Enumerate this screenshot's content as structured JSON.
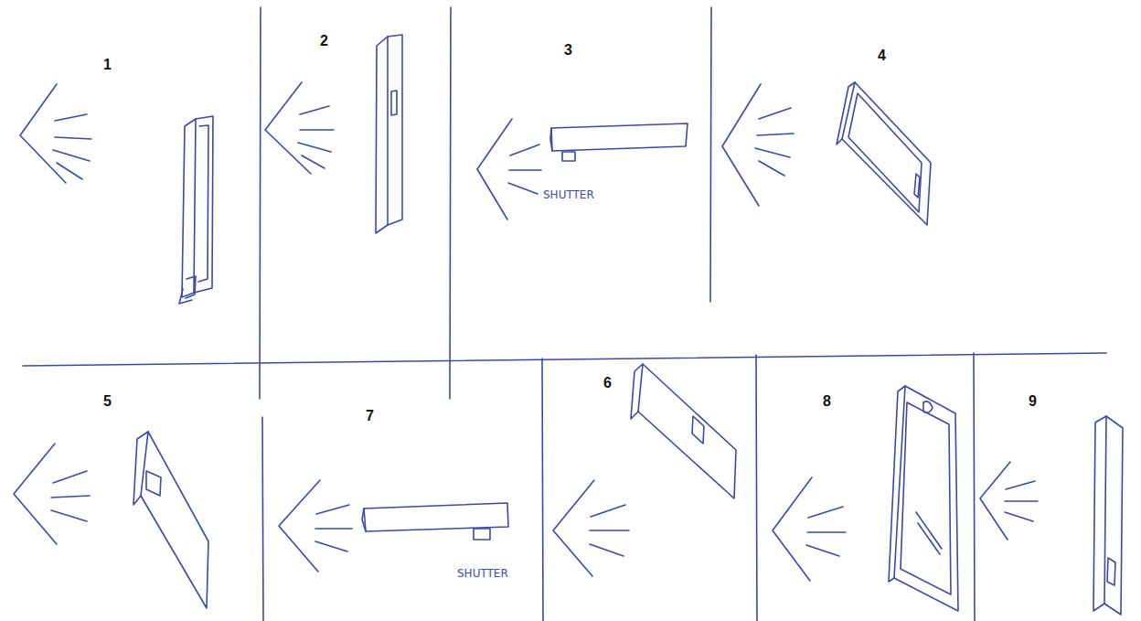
{
  "diagram": {
    "labels": [
      "1",
      "2",
      "3",
      "SHUTTER",
      "4",
      "5",
      "7",
      "SHUTTER",
      "6",
      "8",
      "9"
    ]
  }
}
